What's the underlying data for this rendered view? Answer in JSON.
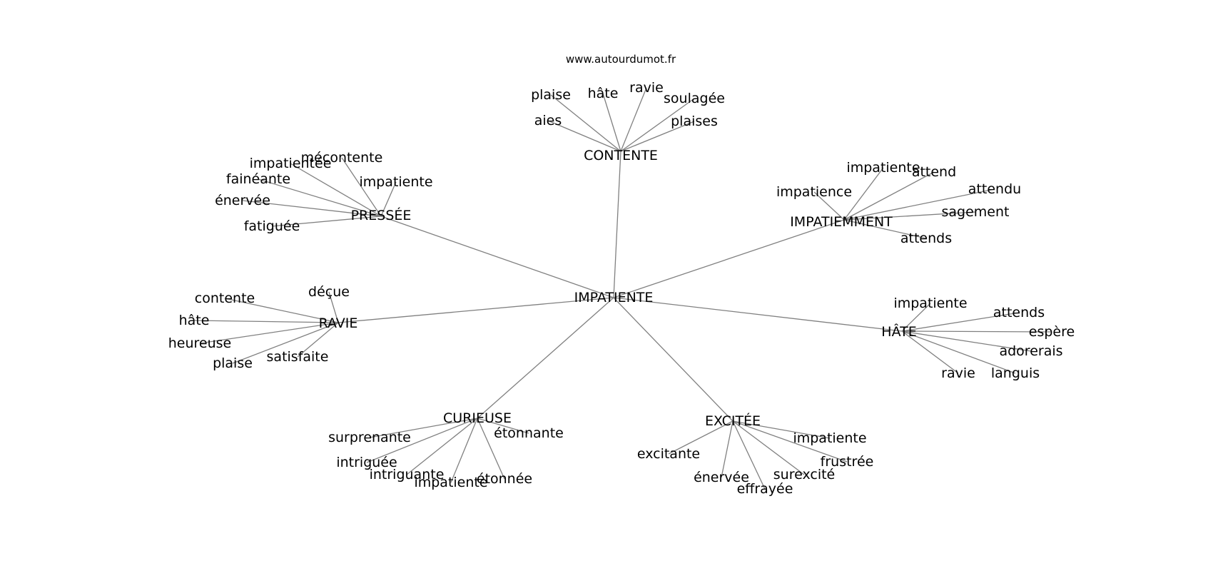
{
  "watermark": "www.autourdumot.fr",
  "colors": {
    "edge": "#808080",
    "text": "#000000",
    "background": "#ffffff"
  },
  "graph": {
    "center": "IMPATIENTE",
    "clusters": [
      {
        "id": "contente",
        "label": "CONTENTE",
        "words": [
          "plaise",
          "hâte",
          "ravie",
          "soulagée",
          "aies",
          "plaises"
        ]
      },
      {
        "id": "pressee",
        "label": "PRESSÉE",
        "words": [
          "impatientée",
          "mécontente",
          "fainéante",
          "impatiente",
          "énervée",
          "fatiguée"
        ]
      },
      {
        "id": "impatiemment",
        "label": "IMPATIEMMENT",
        "words": [
          "impatiente",
          "attend",
          "impatience",
          "attendu",
          "sagement",
          "attends"
        ]
      },
      {
        "id": "ravie",
        "label": "RAVIE",
        "words": [
          "déçue",
          "contente",
          "hâte",
          "heureuse",
          "satisfaite",
          "plaise"
        ]
      },
      {
        "id": "hate",
        "label": "HÂTE",
        "words": [
          "impatiente",
          "attends",
          "espère",
          "adorerais",
          "ravie",
          "languis"
        ]
      },
      {
        "id": "curieuse",
        "label": "CURIEUSE",
        "words": [
          "surprenante",
          "étonnante",
          "intriguée",
          "intriguante",
          "impatiente",
          "étonnée"
        ]
      },
      {
        "id": "excitee",
        "label": "EXCITÉE",
        "words": [
          "impatiente",
          "excitante",
          "frustrée",
          "surexcité",
          "énervée",
          "effrayée"
        ]
      }
    ]
  }
}
